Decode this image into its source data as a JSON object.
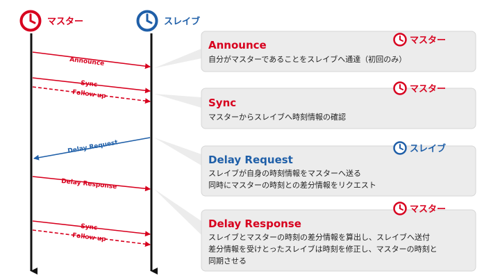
{
  "colors": {
    "master": "#d7001e",
    "slave": "#1f5fa8",
    "line": "#111111",
    "box_bg": "#ececec",
    "box_border": "#d0d0d0"
  },
  "actors": {
    "master": {
      "label": "マスター",
      "icon": "clock-icon"
    },
    "slave": {
      "label": "スレイブ",
      "icon": "clock-icon"
    }
  },
  "messages": [
    {
      "label": "Announce",
      "from": "master",
      "dashed": false
    },
    {
      "label": "Sync",
      "from": "master",
      "dashed": false
    },
    {
      "label": "Follow up",
      "from": "master",
      "dashed": true
    },
    {
      "label": "Delay Request",
      "from": "slave",
      "dashed": false
    },
    {
      "label": "Delay Response",
      "from": "master",
      "dashed": false
    },
    {
      "label": "Sync",
      "from": "master",
      "dashed": false
    },
    {
      "label": "Follow up",
      "from": "master",
      "dashed": true
    }
  ],
  "boxes": [
    {
      "title": "Announce",
      "role": "マスター",
      "lines": [
        "自分がマスターであることをスレイブへ通達（初回のみ）"
      ]
    },
    {
      "title": "Sync",
      "role": "マスター",
      "lines": [
        "マスターからスレイブへ時刻情報の確認"
      ]
    },
    {
      "title": "Delay Request",
      "role": "スレイブ",
      "lines": [
        "スレイブが自身の時刻情報をマスターへ送る",
        "同時にマスターの時刻との差分情報をリクエスト"
      ]
    },
    {
      "title": "Delay Response",
      "role": "マスター",
      "lines": [
        "スレイブとマスターの時刻の差分情報を算出し、スレイブへ送付",
        "差分情報を受けとったスレイブは時刻を修正し、マスターの時刻と",
        "同期させる"
      ]
    }
  ]
}
